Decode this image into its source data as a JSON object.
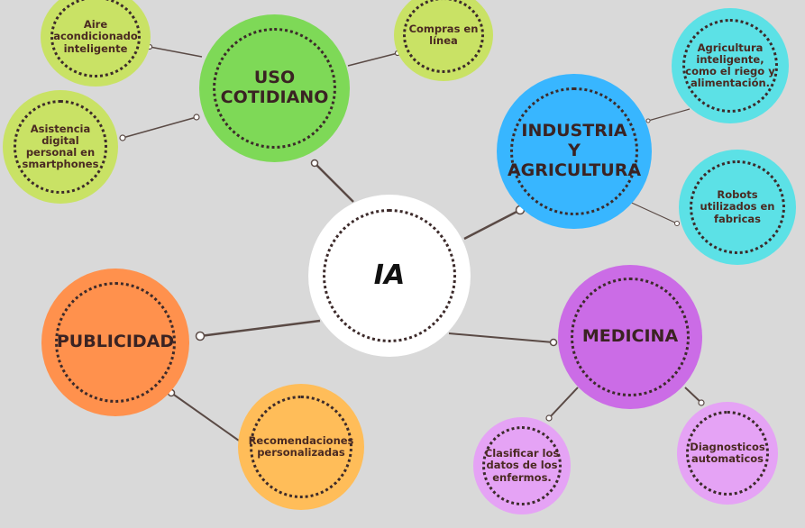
{
  "center": {
    "label": "IA"
  },
  "categories": {
    "uso_cotidiano": {
      "label_line1": "USO",
      "label_line2": "COTIDIANO"
    },
    "industria": {
      "label_line1": "INDUSTRIA",
      "label_line2": "Y",
      "label_line3": "AGRICULTURA"
    },
    "publicidad": {
      "label": "PUBLICIDAD"
    },
    "medicina": {
      "label": "MEDICINA"
    }
  },
  "leaves": {
    "aire": {
      "line1": "Aire",
      "line2": "acondicionado",
      "line3": "inteligente"
    },
    "compras": {
      "line1": "Compras en",
      "line2": "línea"
    },
    "asistencia": {
      "line1": "Asistencia",
      "line2": "digital",
      "line3": "personal en",
      "line4": "smartphones"
    },
    "agricultura": {
      "line1": "Agricultura",
      "line2": "inteligente,",
      "line3": "como el riego y",
      "line4": "alimentación."
    },
    "robots": {
      "line1": "Robots",
      "line2": "utilizados en",
      "line3": "fabricas"
    },
    "recomendaciones": {
      "line1": "Recomendaciones",
      "line2": "personalizadas"
    },
    "clasificar": {
      "line1": "Clasificar los",
      "line2": "datos de los",
      "line3": "enfermos."
    },
    "diagnosticos": {
      "line1": "Diagnosticos",
      "line2": "automaticos"
    }
  },
  "colors": {
    "background": "#d9d9d9",
    "center": "#ffffff",
    "uso_cotidiano": "#7ed957",
    "uso_leaves": "#c9e265",
    "industria": "#38b6ff",
    "industria_leaves": "#5ce1e6",
    "publicidad": "#ff914d",
    "publicidad_leaves": "#ffbd59",
    "medicina": "#cb6ce6",
    "medicina_leaves": "#e5a3f5",
    "connector": "#5a4a45"
  }
}
